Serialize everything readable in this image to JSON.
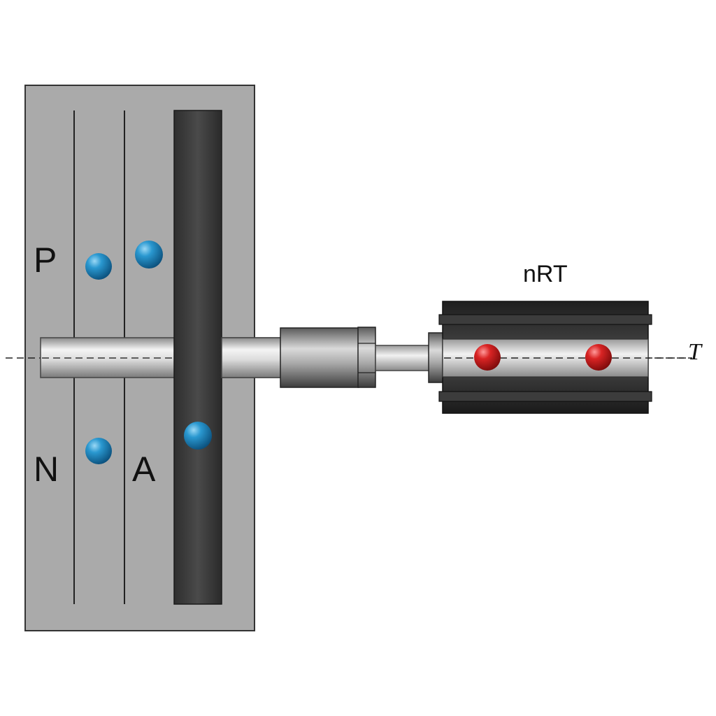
{
  "labels": {
    "p": "P",
    "n": "N",
    "a": "A",
    "nrt": "nRT",
    "axis": "T"
  },
  "colors": {
    "panel": "#aaaaaa",
    "panel_border": "#333333",
    "dark_bar": "#3a3a3a",
    "blue_sphere": "#1e8bc3",
    "red_sphere": "#d21f1f",
    "cylinder_dark": "#2b2b2b",
    "shaft_light": "#e6e6e6"
  }
}
